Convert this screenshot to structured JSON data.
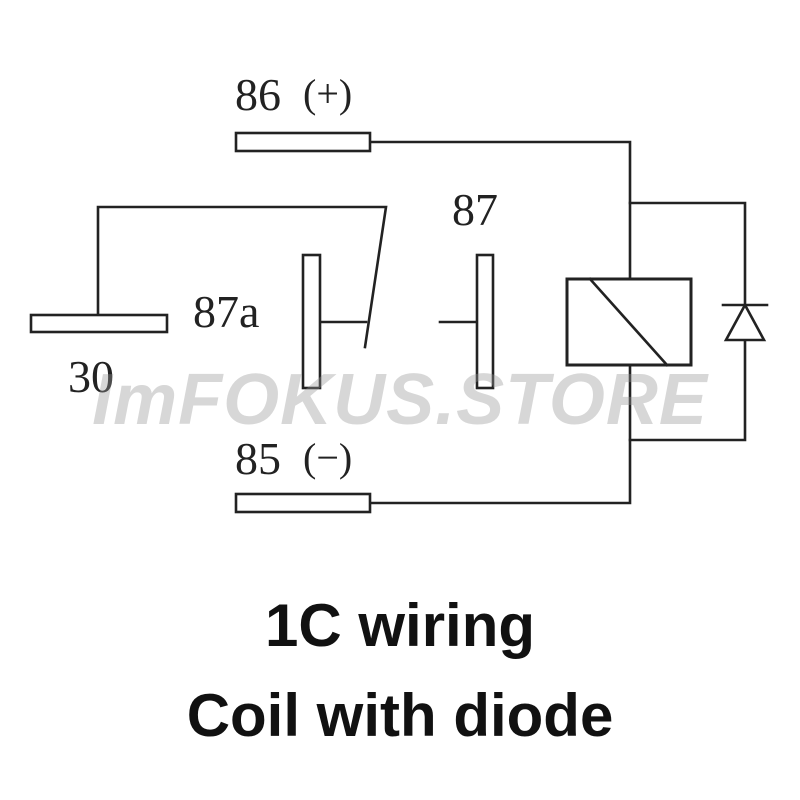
{
  "pins": {
    "p86": {
      "number": "86",
      "sign": "(+)"
    },
    "p85": {
      "number": "85",
      "sign": "(−)"
    },
    "p87": {
      "number": "87"
    },
    "p87a": {
      "number": "87a"
    },
    "p30": {
      "number": "30"
    }
  },
  "watermark": "ImFOKUS.STORE",
  "caption": {
    "line1": "1C wiring",
    "line2": "Coil with diode"
  }
}
